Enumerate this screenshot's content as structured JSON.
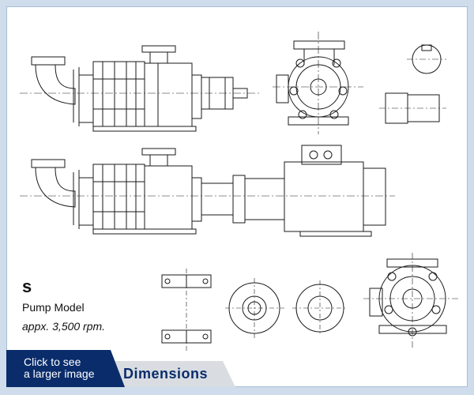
{
  "product": {
    "model": "s",
    "model_label": "Pump Model",
    "speed": "appx. 3,500 rpm."
  },
  "actions": {
    "larger_image_label": "Click to see\na larger image",
    "dimensions_tab": "Dimensions"
  },
  "colors": {
    "frame": "#cfdceb",
    "accent": "#0a2c6b",
    "tab": "#d9dde2",
    "line": "#1a1a1a"
  },
  "icons": {
    "drawing": "pump-technical-drawing"
  }
}
